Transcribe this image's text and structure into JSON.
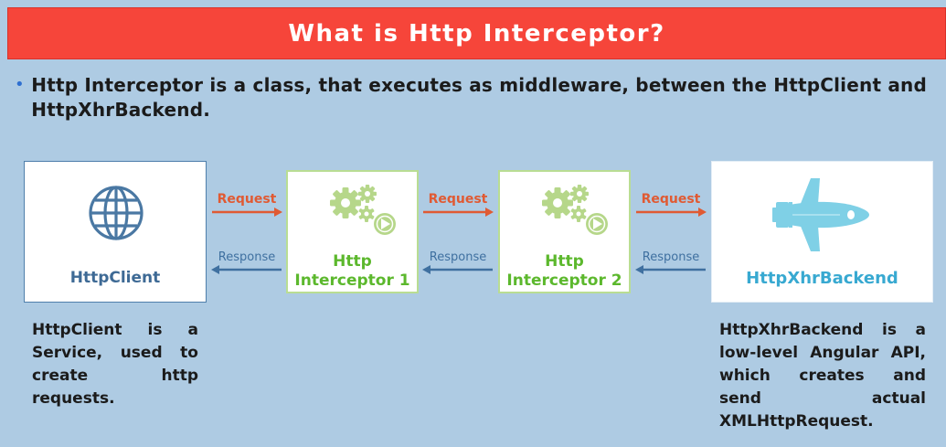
{
  "title": "What is Http Interceptor?",
  "bullet": "Http Interceptor is a class, that executes as middleware, between the HttpClient and HttpXhrBackend.",
  "nodes": {
    "client": "HttpClient",
    "interceptor1": [
      "Http",
      "Interceptor 1"
    ],
    "interceptor2": [
      "Http",
      "Interceptor 2"
    ],
    "backend": "HttpXhrBackend"
  },
  "arrows": {
    "request": "Request",
    "response": "Response"
  },
  "descriptions": {
    "client": "HttpClient is a Service, used to create http requests.",
    "backend": "HttpXhrBackend is a low-level Angular API, which creates and send actual XMLHttpRequest."
  },
  "colors": {
    "title_bg": "#f6453a",
    "background": "#aecbe3",
    "request_arrow": "#e05a33",
    "response_arrow": "#3f70a0",
    "interceptor_green": "#5cb82d",
    "client_blue": "#3e6a95",
    "backend_cyan": "#38a9d1"
  },
  "icons": {
    "client": "globe-icon",
    "interceptor": "gears-play-icon",
    "backend": "rocket-icon"
  }
}
